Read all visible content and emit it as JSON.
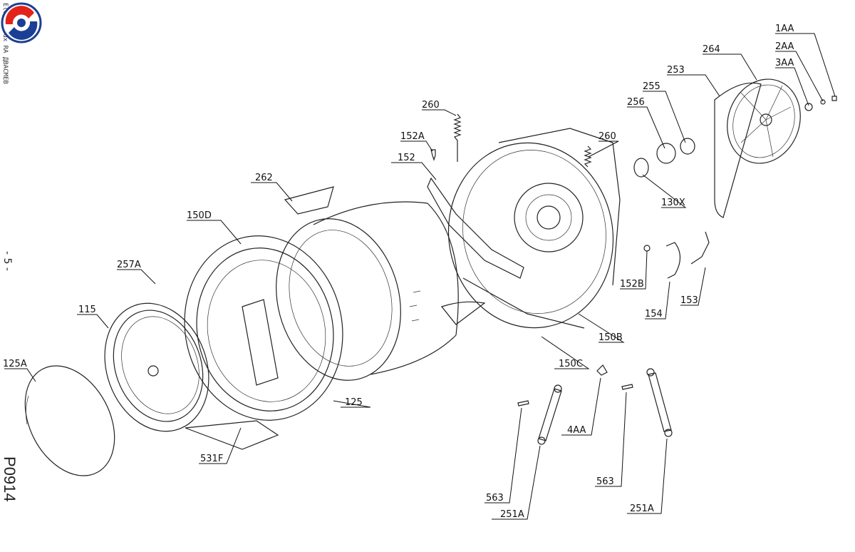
{
  "margin": {
    "brand_text": "Electrolux RA ДВАСМЕВ",
    "page_number": "- 5 -",
    "doc_code": "P0914"
  },
  "colors": {
    "line": "#111111",
    "logo_red": "#e2231a",
    "logo_blue": "#1b3f94"
  },
  "icons": {
    "logo": "brand-swirl-logo"
  },
  "callouts": [
    {
      "id": "1AA",
      "label": "1AA"
    },
    {
      "id": "2AA",
      "label": "2AA"
    },
    {
      "id": "3AA",
      "label": "3AA"
    },
    {
      "id": "264",
      "label": "264"
    },
    {
      "id": "253",
      "label": "253"
    },
    {
      "id": "255",
      "label": "255"
    },
    {
      "id": "256",
      "label": "256"
    },
    {
      "id": "260a",
      "label": "260"
    },
    {
      "id": "260b",
      "label": "260"
    },
    {
      "id": "152A",
      "label": "152A"
    },
    {
      "id": "152",
      "label": "152"
    },
    {
      "id": "262",
      "label": "262"
    },
    {
      "id": "150D",
      "label": "150D"
    },
    {
      "id": "130X",
      "label": "130X"
    },
    {
      "id": "257A",
      "label": "257A"
    },
    {
      "id": "152B",
      "label": "152B"
    },
    {
      "id": "153",
      "label": "153"
    },
    {
      "id": "154",
      "label": "154"
    },
    {
      "id": "115",
      "label": "115"
    },
    {
      "id": "150B",
      "label": "150B"
    },
    {
      "id": "125A",
      "label": "125A"
    },
    {
      "id": "150C",
      "label": "150C"
    },
    {
      "id": "125",
      "label": "125"
    },
    {
      "id": "4AA",
      "label": "4AA"
    },
    {
      "id": "531F",
      "label": "531F"
    },
    {
      "id": "563a",
      "label": "563"
    },
    {
      "id": "563b",
      "label": "563"
    },
    {
      "id": "251Aa",
      "label": "251A"
    },
    {
      "id": "251Ab",
      "label": "251A"
    }
  ]
}
